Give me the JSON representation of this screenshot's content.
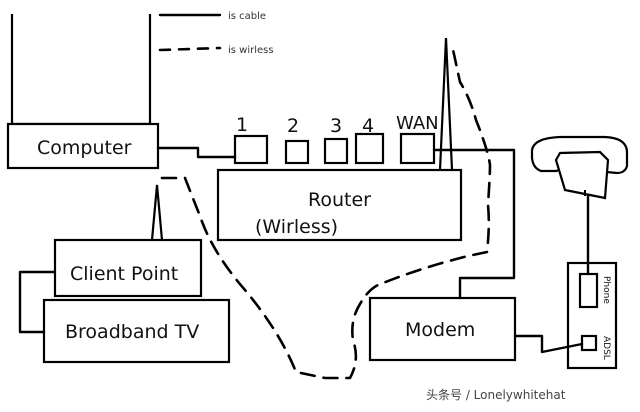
{
  "legend": {
    "cable_label": "is cable",
    "wireless_label": "is wirless"
  },
  "devices": {
    "computer": "Computer",
    "router_line1": "Router",
    "router_line2": "(Wirless)",
    "client_point": "Client Point",
    "broadband_tv": "Broadband TV",
    "modem": "Modem"
  },
  "ports": {
    "p1": "1",
    "p2": "2",
    "p3": "3",
    "p4": "4",
    "wan": "WAN"
  },
  "wall_jack": {
    "phone": "Phone",
    "adsl": "ADSL"
  },
  "watermark": "头条号 / Lonelywhitehat"
}
